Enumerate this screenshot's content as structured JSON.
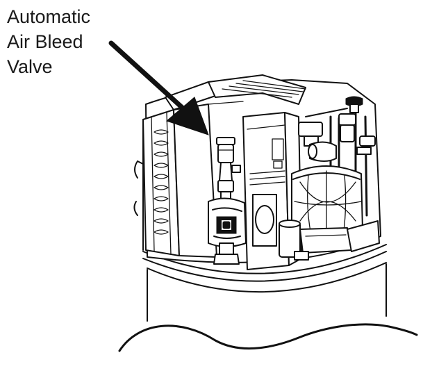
{
  "callout": {
    "lines": [
      "Automatic",
      "Air Bleed",
      "Valve"
    ]
  },
  "icons": {
    "arrow": "callout-arrow-icon"
  },
  "colors": {
    "line": "#111111",
    "background": "#ffffff"
  }
}
